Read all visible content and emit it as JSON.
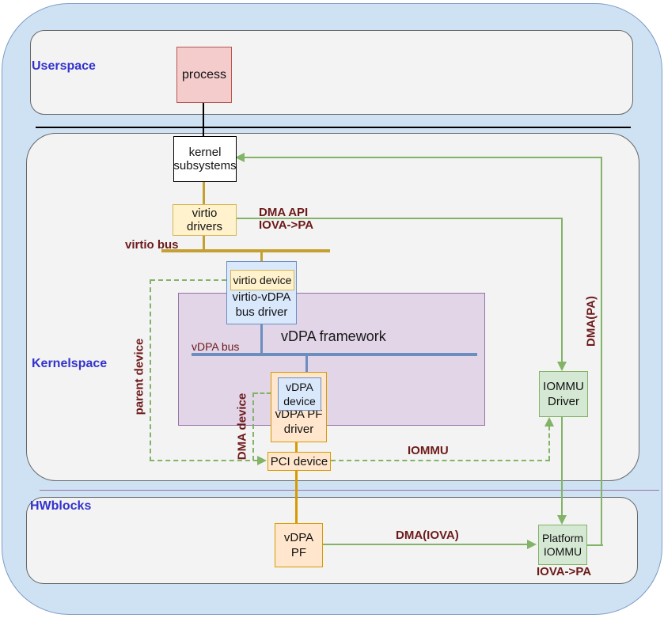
{
  "palette": {
    "container_bg": "#cfe2f3",
    "container_border": "#7e9cc7",
    "section_bg": "#f3f3f3",
    "section_border": "#666666",
    "section_label_text": "#3333cc",
    "process_fill": "#f4cccc",
    "process_border": "#b85450",
    "yellow_fill": "#fff2cc",
    "yellow_border": "#d6b656",
    "blue_fill": "#dae8fc",
    "blue_border": "#6c8ebf",
    "purple_fill": "#e1d5e7",
    "purple_border": "#9673a6",
    "orange_fill": "#ffe6cc",
    "orange_border": "#d79b00",
    "green_fill": "#d5e8d4",
    "green_border": "#82b366",
    "gold_line": "#c5a030",
    "maroon_label_text": "#6d1a1a"
  },
  "sections": {
    "user_space": [
      "User",
      "space"
    ],
    "kernel_space": [
      "Kernel",
      "space"
    ],
    "hw_blocks": [
      "HW",
      "blocks"
    ]
  },
  "boxes": {
    "process": "process",
    "kernel_subsystems": [
      "kernel",
      "subsystems"
    ],
    "virtio_drivers": "virtio drivers",
    "virtio_device": "virtio device",
    "virtio_vdpa_bus_driver": [
      "virtio-vDPA",
      "bus driver"
    ],
    "vdpa_framework": "vDPA framework",
    "vdpa_device": [
      "vDPA",
      "device"
    ],
    "vdpa_pf_driver": [
      "vDPA PF",
      "driver"
    ],
    "pci_device": "PCI device",
    "iommu_driver": [
      "IOMMU",
      "Driver"
    ],
    "vdpa_pf": [
      "vDPA",
      "PF"
    ],
    "platform_iommu": [
      "Platform",
      "IOMMU"
    ]
  },
  "edge_labels": {
    "dma_api": [
      "DMA API",
      "IOVA->PA"
    ],
    "virtio_bus": "virtio bus",
    "vdpa_bus": "vDPA bus",
    "parent_device": "parent device",
    "dma_device": "DMA device",
    "iommu": "IOMMU",
    "dma_pa": "DMA(PA)",
    "dma_iova": "DMA(IOVA)",
    "iova_pa": "IOVA->PA"
  }
}
